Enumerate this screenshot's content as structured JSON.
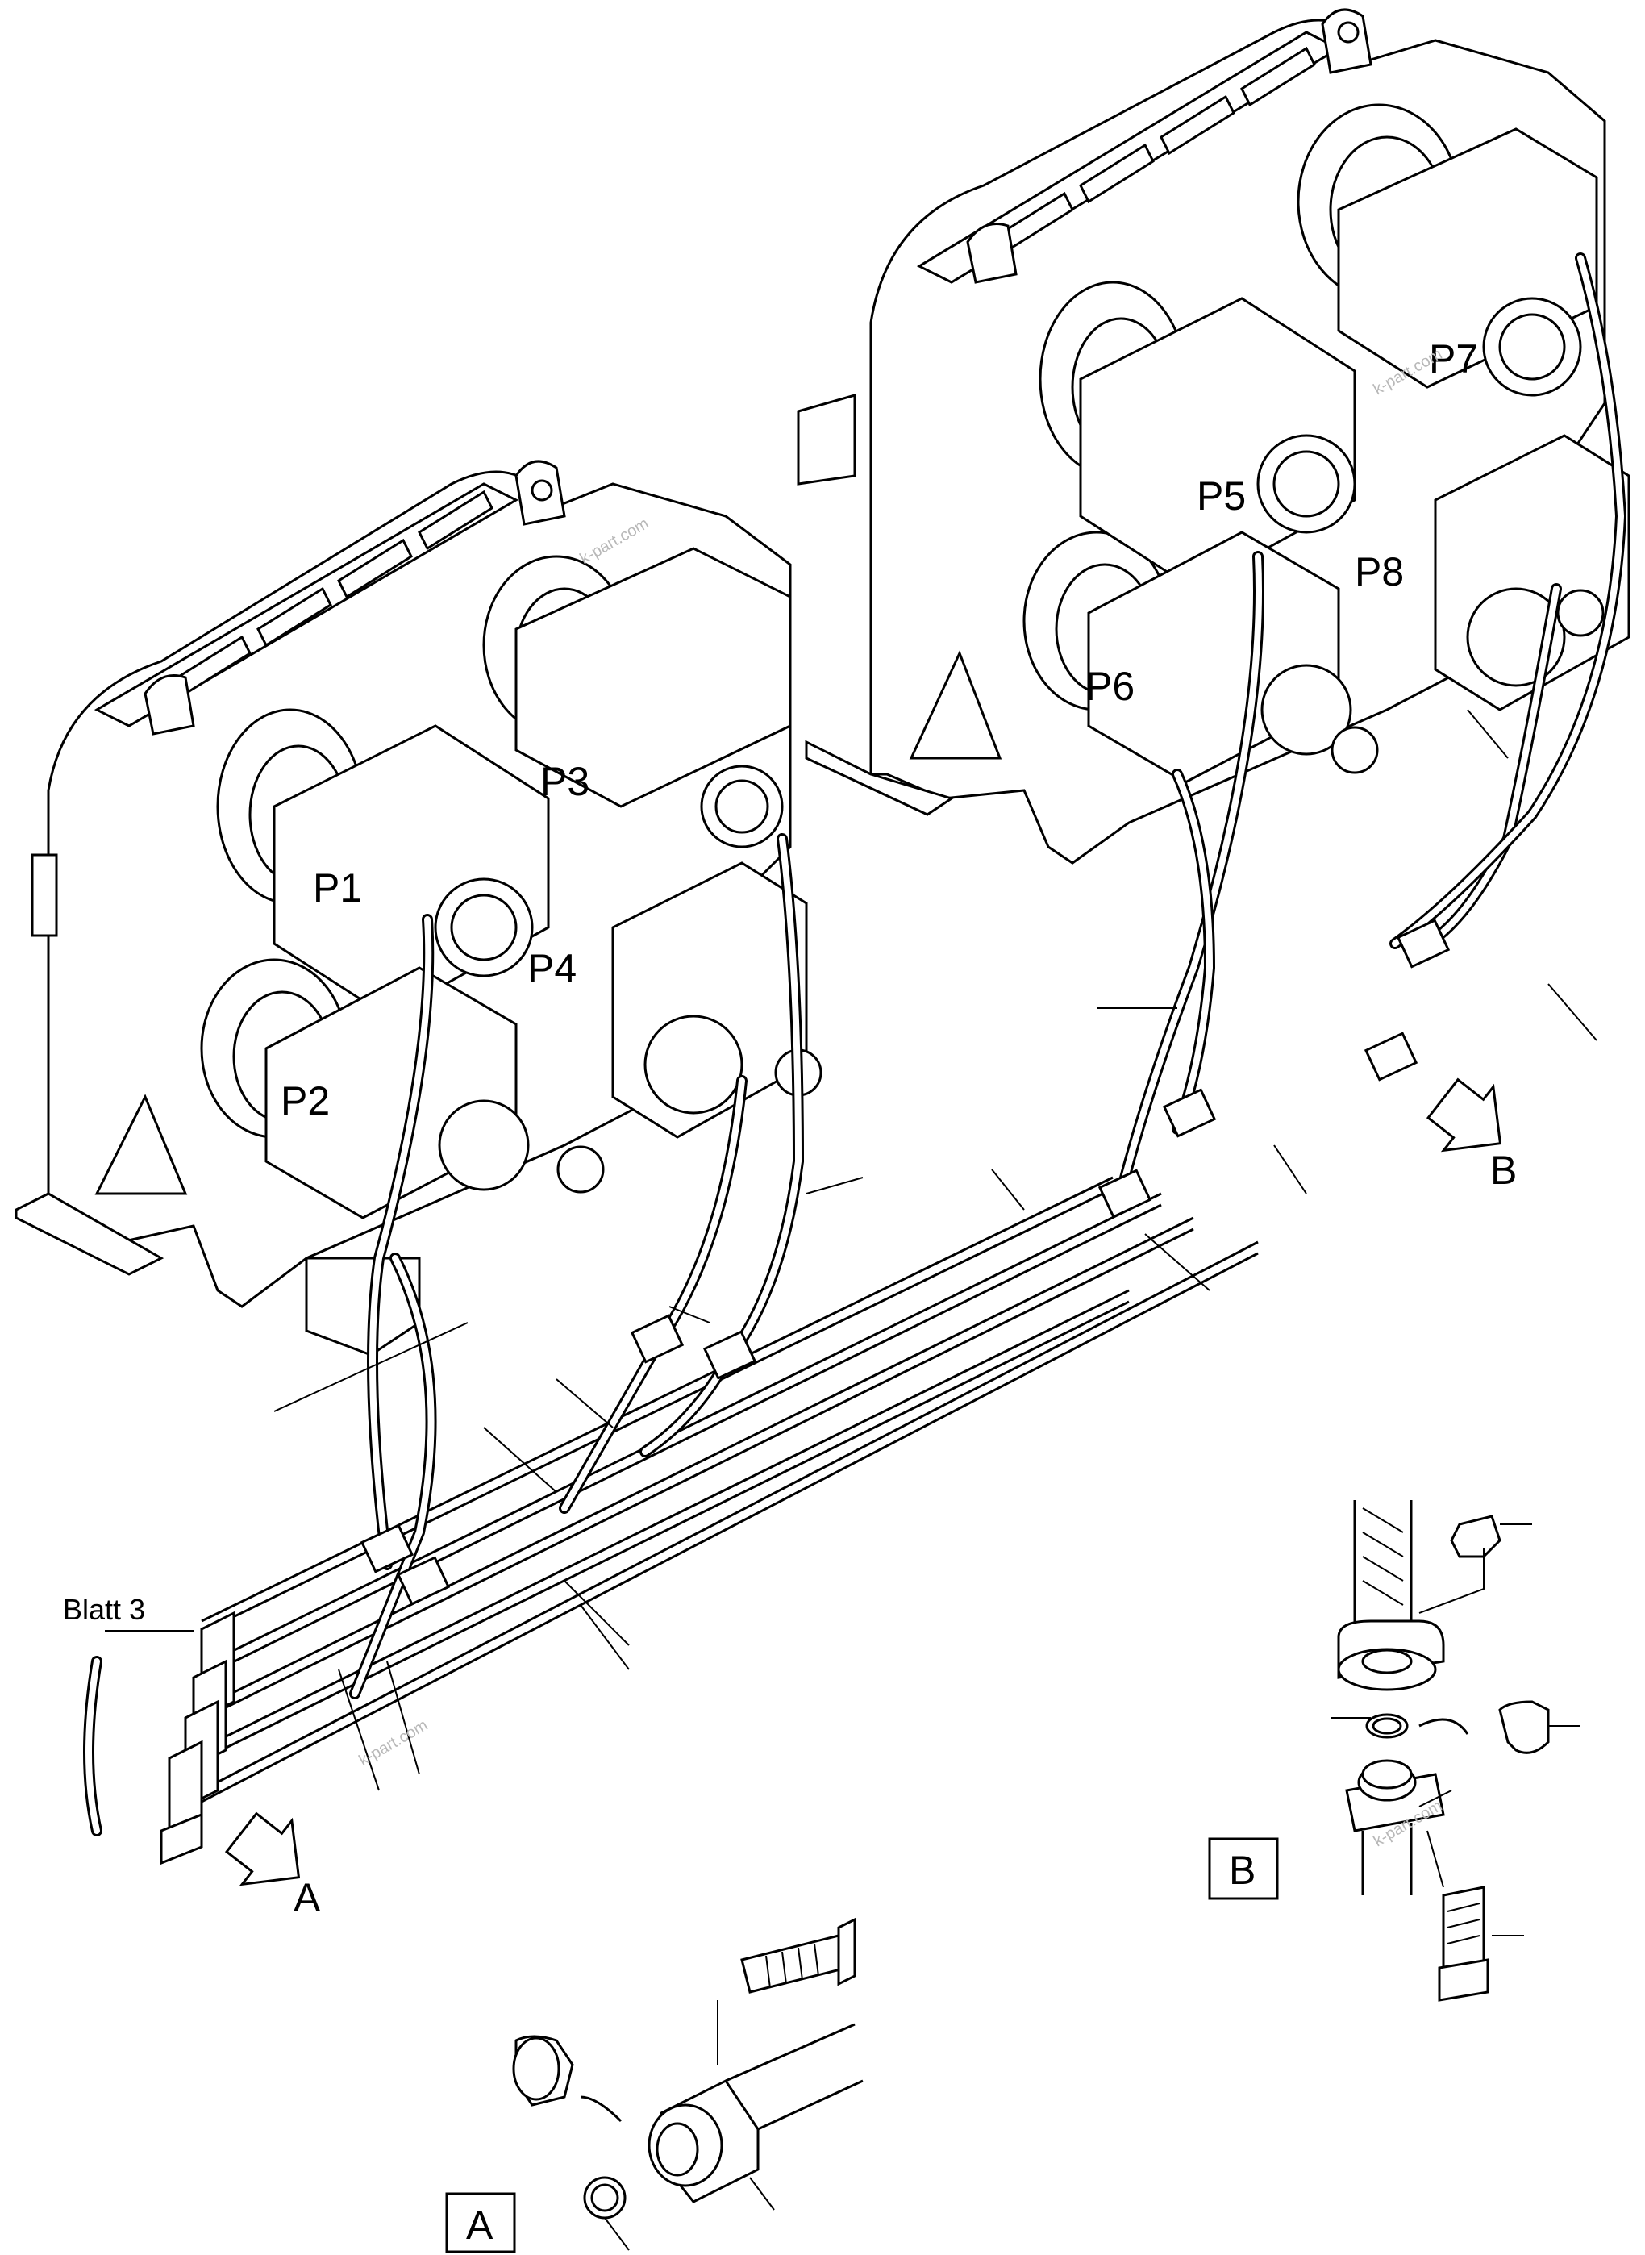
{
  "labels": {
    "p1": "P1",
    "p2": "P2",
    "p3": "P3",
    "p4": "P4",
    "p5": "P5",
    "p6": "P6",
    "p7": "P7",
    "p8": "P8",
    "view_a_arrow": "A",
    "view_b_arrow": "B",
    "detail_a": "A",
    "detail_b": "B",
    "sheet_ref": "Blatt 3"
  },
  "watermark": "k-part.com"
}
